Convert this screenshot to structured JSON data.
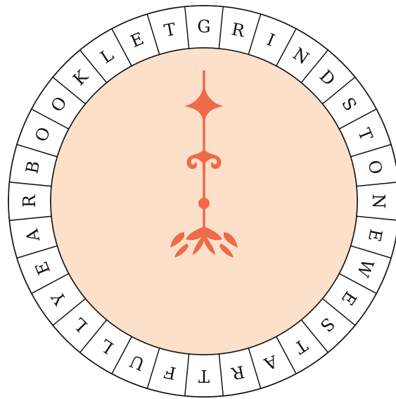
{
  "puzzle": {
    "letters": [
      "G",
      "R",
      "I",
      "N",
      "D",
      "S",
      "T",
      "O",
      "N",
      "E",
      "W",
      "E",
      "S",
      "T",
      "A",
      "R",
      "T",
      "F",
      "U",
      "L",
      "L",
      "Y",
      "E",
      "A",
      "R",
      "B",
      "O",
      "O",
      "K",
      "L",
      "E",
      "T"
    ],
    "colors": {
      "center_fill": "#fde0c9",
      "ornament": "#ee6a4a",
      "ring_line": "#111111",
      "sector_fill": "#ffffff"
    },
    "center_icon": "weathervane-arrow-icon"
  }
}
